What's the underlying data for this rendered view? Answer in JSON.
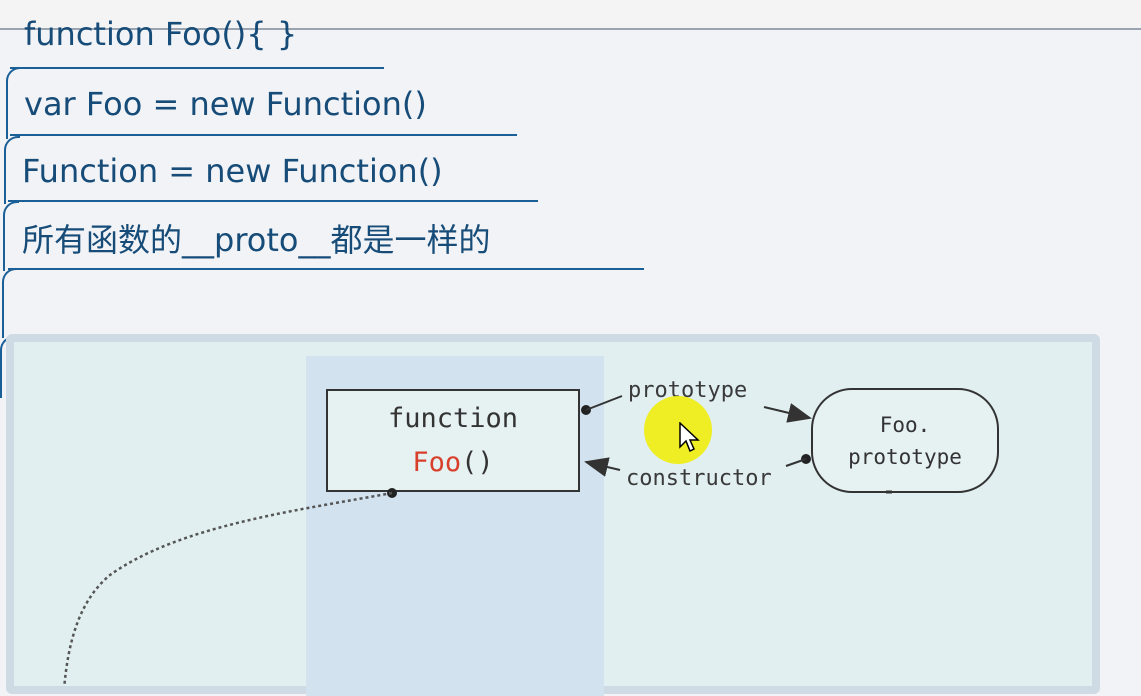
{
  "notes": {
    "line1": "function Foo(){  }",
    "line2": "var Foo = new Function()",
    "line3": "Function = new Function()",
    "line4": "所有函数的__proto__都是一样的"
  },
  "diagram": {
    "function_box": {
      "keyword": "function",
      "name": "Foo",
      "parens": "()"
    },
    "prototype_box": {
      "line1": "Foo.",
      "line2": "prototype"
    },
    "edges": {
      "prototype": "prototype",
      "constructor": "constructor"
    }
  },
  "colors": {
    "note_text": "#174c78",
    "underline": "#1b5f97",
    "function_name": "#d9402b",
    "cursor_highlight": "#f0ee14"
  },
  "icons": {
    "cursor": "mouse-pointer-icon"
  }
}
